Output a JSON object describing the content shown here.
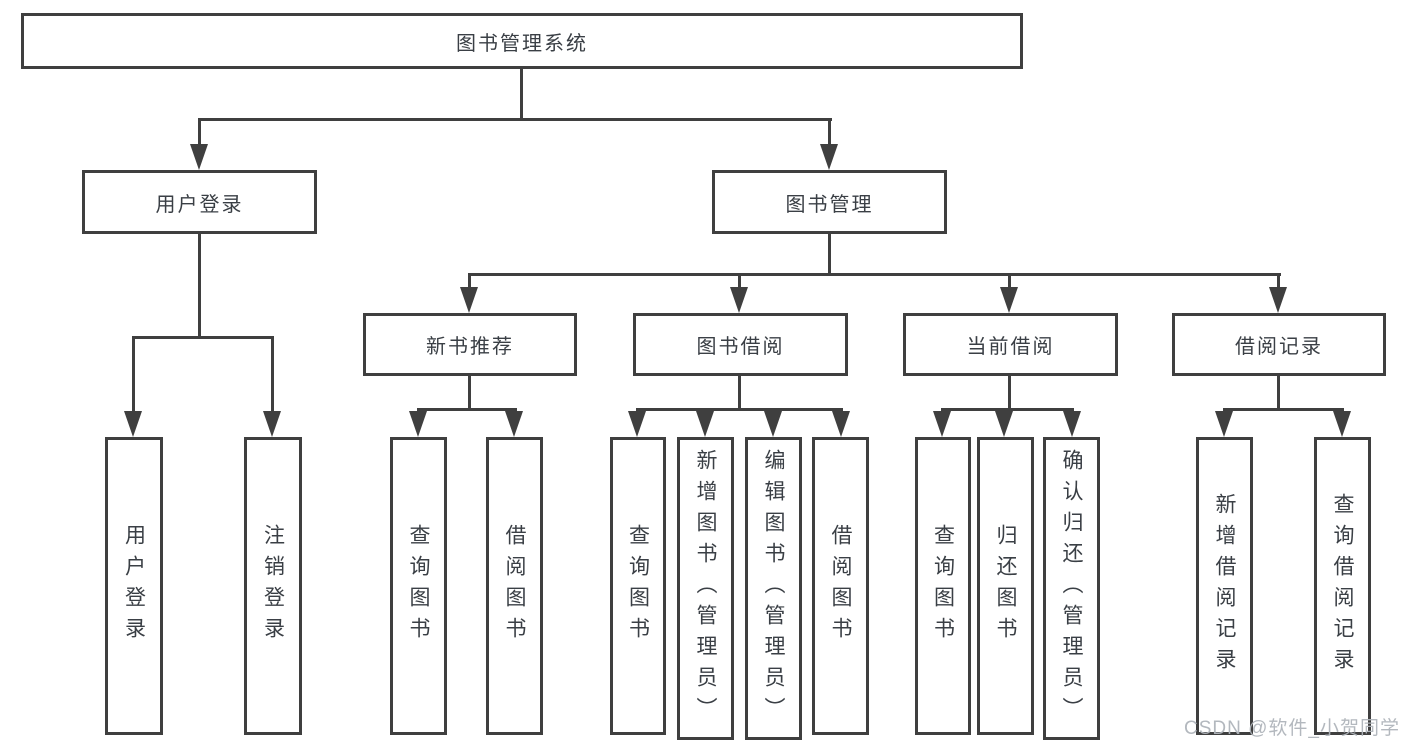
{
  "diagram": {
    "type": "hierarchy",
    "root": {
      "label": "图书管理系统"
    },
    "groups": [
      {
        "label": "用户登录",
        "children": [
          {
            "label": "用户登录"
          },
          {
            "label": "注销登录"
          }
        ]
      },
      {
        "label": "图书管理",
        "subgroups": [
          {
            "label": "新书推荐",
            "children": [
              {
                "label": "查询图书"
              },
              {
                "label": "借阅图书"
              }
            ]
          },
          {
            "label": "图书借阅",
            "children": [
              {
                "label": "查询图书"
              },
              {
                "label": "新增图书（管理员）"
              },
              {
                "label": "编辑图书（管理员）"
              },
              {
                "label": "借阅图书"
              }
            ]
          },
          {
            "label": "当前借阅",
            "children": [
              {
                "label": "查询图书"
              },
              {
                "label": "归还图书"
              },
              {
                "label": "确认归还（管理员）"
              }
            ]
          },
          {
            "label": "借阅记录",
            "children": [
              {
                "label": "新增借阅记录"
              },
              {
                "label": "查询借阅记录"
              }
            ]
          }
        ]
      }
    ],
    "style": {
      "line_color": "#3f3f3f",
      "text_color": "#3a3f45",
      "background": "#ffffff"
    }
  },
  "watermark": {
    "text": "CSDN @软件_小贺同学"
  }
}
